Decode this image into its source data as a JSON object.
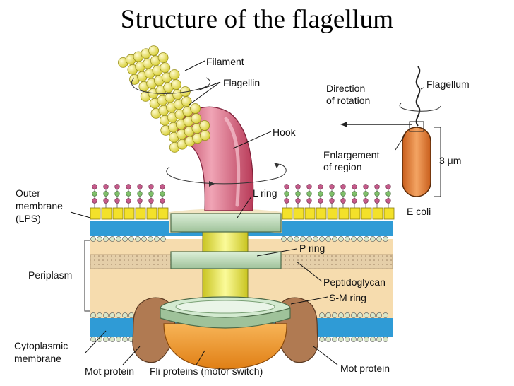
{
  "title": "Structure of the flagellum",
  "labels": {
    "filament": "Filament",
    "flagellin": "Flagellin",
    "hook": "Hook",
    "l_ring": "L ring",
    "outer_membrane_line1": "Outer",
    "outer_membrane_line2": "membrane",
    "outer_membrane_line3": "(LPS)",
    "p_ring": "P ring",
    "periplasm": "Periplasm",
    "peptidoglycan": "Peptidoglycan",
    "sm_ring": "S-M ring",
    "cytoplasmic_line1": "Cytoplasmic",
    "cytoplasmic_line2": "membrane",
    "mot_protein_left": "Mot protein",
    "fli_proteins": "Fli proteins (motor switch)",
    "mot_protein_right": "Mot protein"
  },
  "inset": {
    "direction_line1": "Direction",
    "direction_line2": "of rotation",
    "flagellum": "Flagellum",
    "enlargement_line1": "Enlargement",
    "enlargement_line2": "of region",
    "scale": "3 μm",
    "organism": "E coli"
  },
  "colors": {
    "filament_bead": "#f2ea6a",
    "hook": "#c94f6a",
    "outer_membrane_head": "#f3e12a",
    "lipid_blue": "#2f9bd6",
    "periplasm": "#f6dcae",
    "peptidoglycan": "#e3c9a4",
    "ring": "#bcd9b8",
    "rod": "#ecec4c",
    "fli": "#f29a2e",
    "mot": "#b07a52",
    "cell": "#e07a30"
  }
}
